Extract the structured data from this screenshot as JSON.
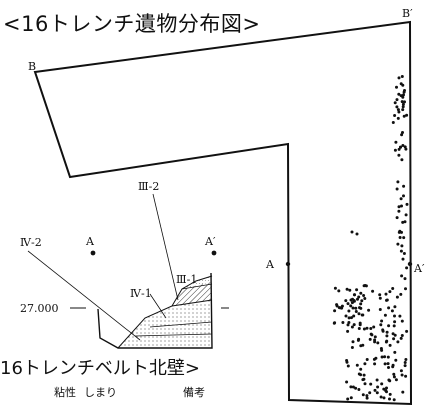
{
  "map_title": "<16トレンチ遺物分布図>",
  "section_title": "16トレンチベルト北壁>",
  "legend": {
    "viscosity": "粘性",
    "compaction": "しまり",
    "remarks": "備考"
  },
  "points": {
    "B": "B",
    "B_prime": "B′",
    "A": "A",
    "A_prime": "A′"
  },
  "section": {
    "point_A": "A",
    "point_A_prime": "A′",
    "layer_III_1": "Ⅲ-1",
    "layer_III_2": "Ⅲ-2",
    "layer_IV_1": "Ⅳ-1",
    "layer_IV_2": "Ⅳ-2",
    "elevation": "27.000"
  }
}
